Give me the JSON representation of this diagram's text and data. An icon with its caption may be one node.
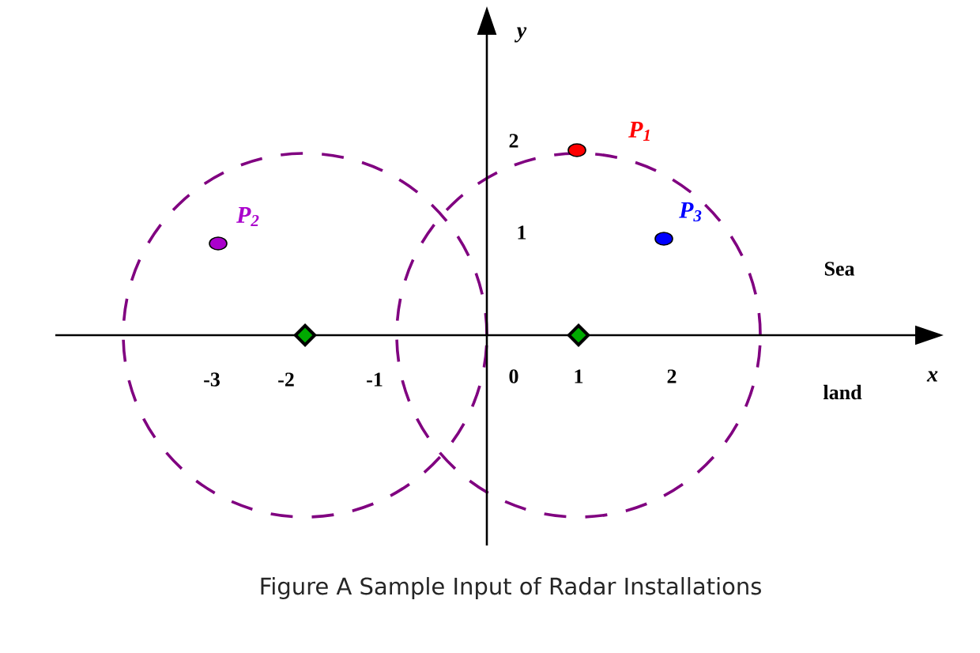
{
  "diagram": {
    "caption": "Figure A Sample Input of Radar Installations",
    "nodes": [
      {
        "text": [],
        "shape": "diamond"
      },
      {
        "text": [],
        "shape": "diamond"
      },
      {
        "text": [],
        "shape": "circle",
        "beside": [
          "P$_{2}$"
        ]
      },
      {
        "text": [],
        "shape": "circle",
        "beside": [
          "P$_{1}$"
        ]
      },
      {
        "text": [],
        "shape": "circle",
        "beside": [
          "P$_{3}$"
        ]
      }
    ],
    "labels": [
      "y",
      "2",
      "1",
      "Sea",
      "-3",
      "-2",
      "-1",
      "0",
      "1",
      "2",
      "x",
      "land"
    ]
  }
}
